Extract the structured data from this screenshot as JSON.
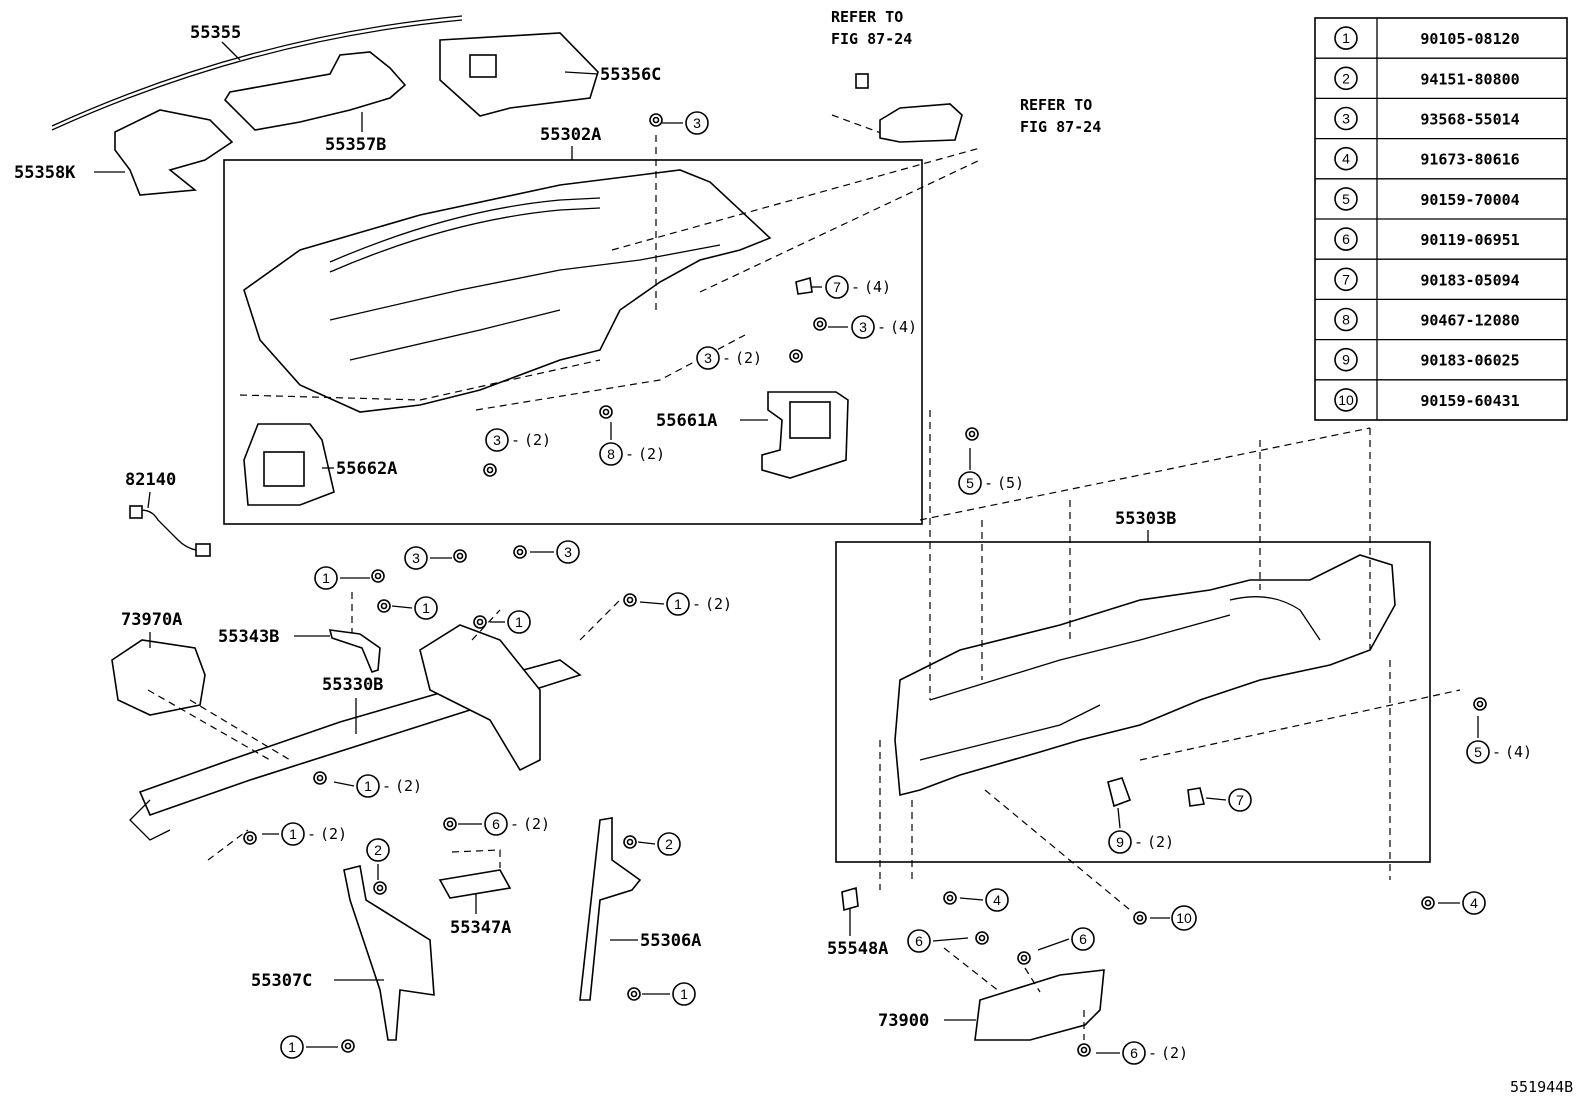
{
  "diagram_id": "551944B",
  "part_table": [
    {
      "num": "1",
      "part_no": "90105-08120"
    },
    {
      "num": "2",
      "part_no": "94151-80800"
    },
    {
      "num": "3",
      "part_no": "93568-55014"
    },
    {
      "num": "4",
      "part_no": "91673-80616"
    },
    {
      "num": "5",
      "part_no": "90159-70004"
    },
    {
      "num": "6",
      "part_no": "90119-06951"
    },
    {
      "num": "7",
      "part_no": "90183-05094"
    },
    {
      "num": "8",
      "part_no": "90467-12080"
    },
    {
      "num": "9",
      "part_no": "90183-06025"
    },
    {
      "num": "10",
      "part_no": "90159-60431"
    }
  ],
  "refer_to": [
    "REFER TO",
    "FIG 87-24"
  ],
  "part_labels": {
    "p55355": "55355",
    "p55356C": "55356C",
    "p55357B": "55357B",
    "p55358K": "55358K",
    "p55302A": "55302A",
    "p55661A": "55661A",
    "p55662A": "55662A",
    "p82140": "82140",
    "p55303B": "55303B",
    "p73970A": "73970A",
    "p55343B": "55343B",
    "p55330B": "55330B",
    "p55347A": "55347A",
    "p55306A": "55306A",
    "p55307C": "55307C",
    "p55548A": "55548A",
    "p73900": "73900"
  },
  "callouts": [
    {
      "num": "3",
      "qty": ""
    },
    {
      "num": "7",
      "qty": "(4)"
    },
    {
      "num": "3",
      "qty": "(4)"
    },
    {
      "num": "3",
      "qty": "(2)"
    },
    {
      "num": "3",
      "qty": "(2)"
    },
    {
      "num": "8",
      "qty": "(2)"
    },
    {
      "num": "5",
      "qty": "(5)"
    },
    {
      "num": "3",
      "qty": ""
    },
    {
      "num": "3",
      "qty": ""
    },
    {
      "num": "1",
      "qty": ""
    },
    {
      "num": "1",
      "qty": ""
    },
    {
      "num": "1",
      "qty": ""
    },
    {
      "num": "1",
      "qty": "(2)"
    },
    {
      "num": "1",
      "qty": "(2)"
    },
    {
      "num": "1",
      "qty": "(2)"
    },
    {
      "num": "6",
      "qty": "(2)"
    },
    {
      "num": "2",
      "qty": ""
    },
    {
      "num": "2",
      "qty": ""
    },
    {
      "num": "1",
      "qty": ""
    },
    {
      "num": "1",
      "qty": ""
    },
    {
      "num": "5",
      "qty": "(4)"
    },
    {
      "num": "7",
      "qty": ""
    },
    {
      "num": "9",
      "qty": "(2)"
    },
    {
      "num": "4",
      "qty": ""
    },
    {
      "num": "10",
      "qty": ""
    },
    {
      "num": "4",
      "qty": ""
    },
    {
      "num": "6",
      "qty": ""
    },
    {
      "num": "6",
      "qty": ""
    },
    {
      "num": "6",
      "qty": "(2)"
    }
  ]
}
